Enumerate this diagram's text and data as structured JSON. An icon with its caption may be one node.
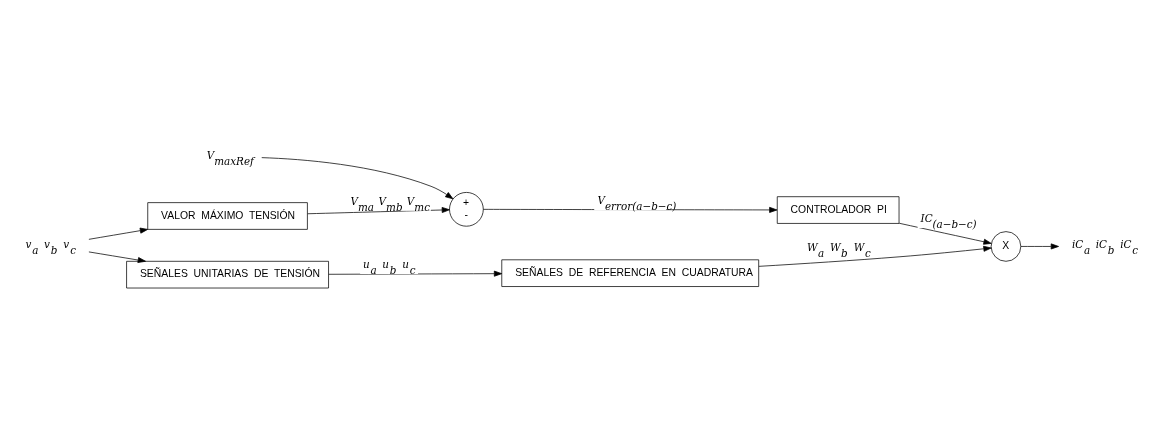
{
  "diagram": {
    "nodes": [
      {
        "text": [
          "V$_{maxRef}$"
        ]
      },
      {
        "text": [
          "+",
          "-"
        ]
      },
      {
        "text": [
          "CONTROLADOR PI"
        ]
      },
      {
        "text": [
          "X"
        ]
      },
      {
        "text": [
          "iC$_{a}$ iC$_{b}$ iC$_{c}$"
        ]
      },
      {
        "text": [
          "VALOR MÁXIMO TENSIÓN"
        ]
      },
      {
        "text": [
          "v$_{a}$ v$_{b}$ v$_{c}$"
        ]
      },
      {
        "text": [
          "SEÑALES UNITARIAS DE TENSIÓN"
        ]
      },
      {
        "text": [
          "SEÑALES DE REFERENCIA EN CUADRATURA"
        ]
      }
    ],
    "edges": [
      {
        "from": 0,
        "to": 1,
        "arrow": "to"
      },
      {
        "from": 1,
        "to": 2,
        "arrow": "to",
        "label": "V$_{error(a−b−c)}$"
      },
      {
        "from": 2,
        "to": 3,
        "arrow": "to",
        "label": "IC$_{(a−b−c)}$"
      },
      {
        "from": 3,
        "to": 4,
        "arrow": "to"
      },
      {
        "from": 5,
        "to": 1,
        "arrow": "to",
        "label": "V$_{ma}$ V$_{mb}$ V$_{mc}$"
      },
      {
        "from": 6,
        "to": 5,
        "arrow": "to"
      },
      {
        "from": 6,
        "to": 7,
        "arrow": "to"
      },
      {
        "from": 7,
        "to": 8,
        "arrow": "to",
        "label": "u$_{a}$ u$_{b}$ u$_{c}$"
      },
      {
        "from": 8,
        "to": 3,
        "arrow": "to",
        "label": "W$_{a}$ W$_{b}$ W$_{c}$"
      }
    ]
  }
}
